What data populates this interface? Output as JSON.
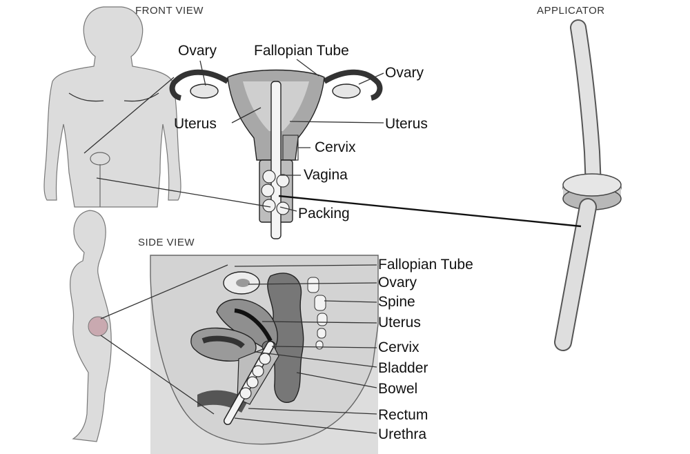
{
  "headings": {
    "front": "FRONT VIEW",
    "side": "SIDE VIEW",
    "applicator": "APPLICATOR"
  },
  "front_labels": {
    "ovary_left": "Ovary",
    "fallopian_tube": "Fallopian Tube",
    "ovary_right": "Ovary",
    "uterus_left": "Uterus",
    "uterus_right": "Uterus",
    "cervix": "Cervix",
    "vagina": "Vagina",
    "packing": "Packing"
  },
  "side_labels": [
    "Fallopian Tube",
    "Ovary",
    "Spine",
    "Uterus",
    "Cervix",
    "Bladder",
    "Bowel",
    "Rectum",
    "Urethra"
  ]
}
